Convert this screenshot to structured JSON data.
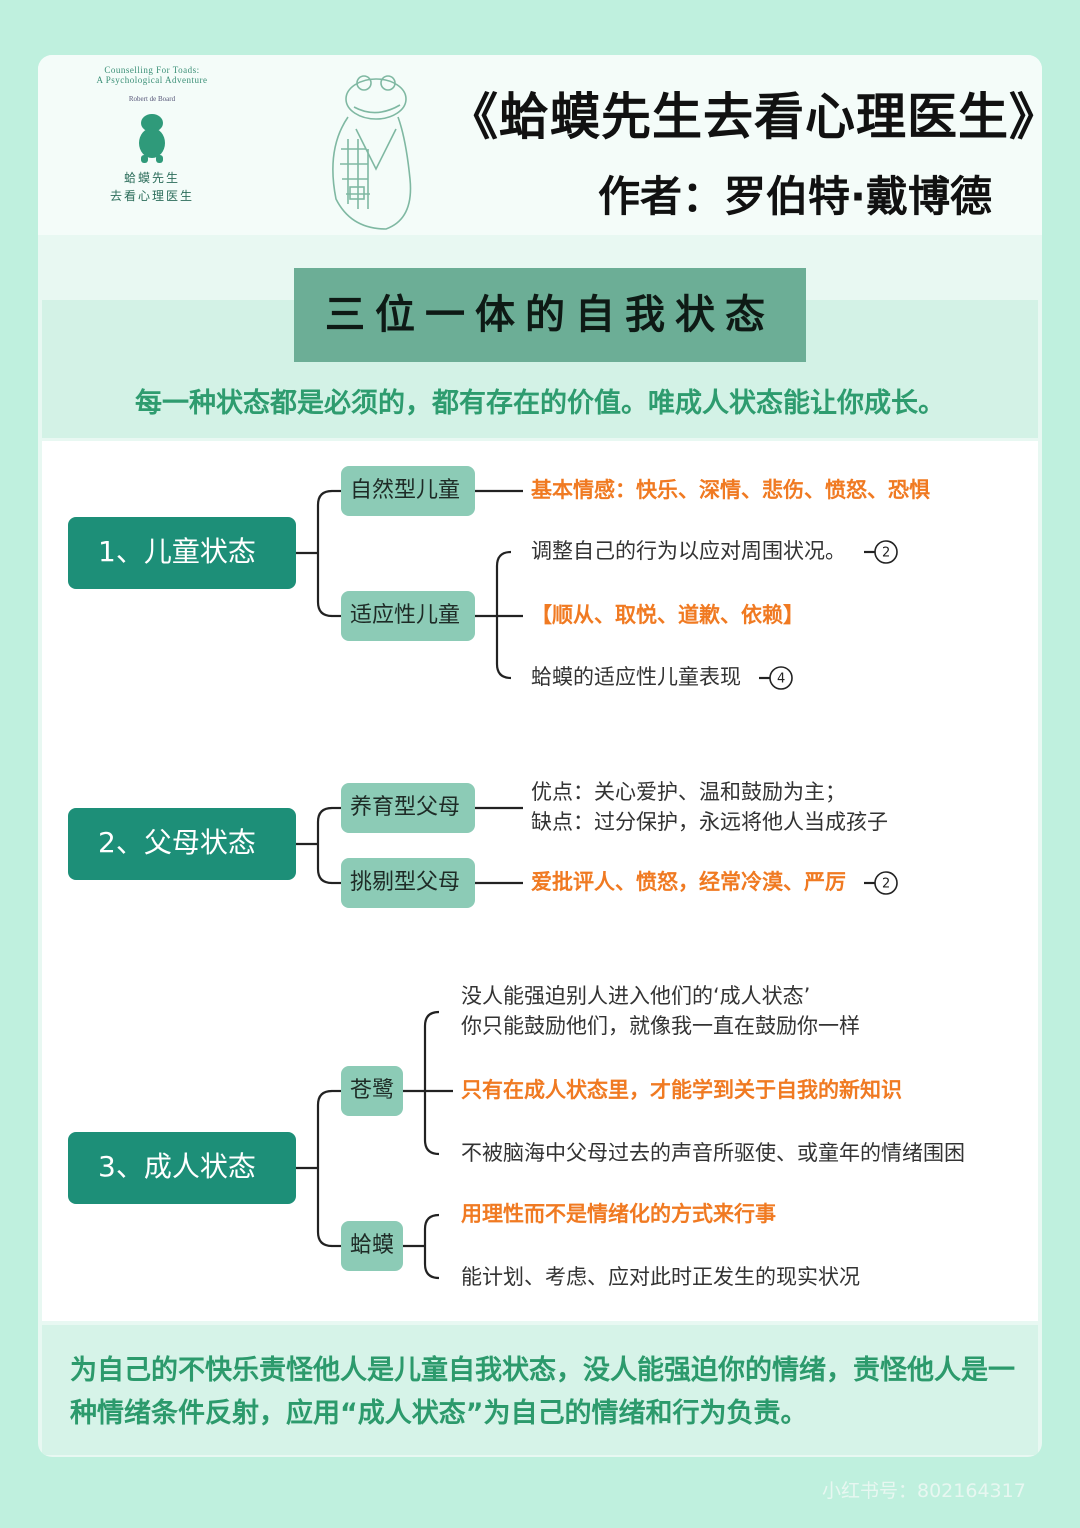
{
  "header": {
    "book_title": "《蛤蟆先生去看心理医生》",
    "author_line": "作者：罗伯特·戴博德",
    "cover": {
      "en_title_1": "Counselling For Toads:",
      "en_title_2": "A Psychological Adventure",
      "en_author": "Robert de Board",
      "cn_title_1": "蛤蟆先生",
      "cn_title_2": "去看心理医生"
    }
  },
  "banner": "三位一体的自我状态",
  "tagline": "每一种状态都是必须的，都有存在的价值。唯成人状态能让你成长。",
  "states": [
    {
      "label": "1、儿童状态",
      "children": [
        {
          "label": "自然型儿童",
          "items": [
            {
              "text": "基本情感：快乐、深情、悲伤、愤怒、恐惧",
              "highlight": true
            }
          ]
        },
        {
          "label": "适应性儿童",
          "items": [
            {
              "text": "调整自己的行为以应对周围状况。",
              "highlight": false,
              "badge": "2"
            },
            {
              "text": "【顺从、取悦、道歉、依赖】",
              "highlight": true
            },
            {
              "text": "蛤蟆的适应性儿童表现",
              "highlight": false,
              "badge": "4"
            }
          ]
        }
      ]
    },
    {
      "label": "2、父母状态",
      "children": [
        {
          "label": "养育型父母",
          "items": [
            {
              "text": "优点：关心爱护、温和鼓励为主；",
              "text2": "缺点：过分保护，永远将他人当成孩子",
              "highlight": false
            }
          ]
        },
        {
          "label": "挑剔型父母",
          "items": [
            {
              "text": "爱批评人、愤怒，经常冷漠、严厉",
              "highlight": true,
              "badge": "2"
            }
          ]
        }
      ]
    },
    {
      "label": "3、成人状态",
      "children": [
        {
          "label": "苍鹭",
          "items": [
            {
              "text": "没人能强迫别人进入他们的‘成人状态’",
              "text2": "你只能鼓励他们，就像我一直在鼓励你一样",
              "highlight": false
            },
            {
              "text": "只有在成人状态里，才能学到关于自我的新知识",
              "highlight": true
            },
            {
              "text": "不被脑海中父母过去的声音所驱使、或童年的情绪围困",
              "highlight": false
            }
          ]
        },
        {
          "label": "蛤蟆",
          "items": [
            {
              "text": "用理性而不是情绪化的方式来行事",
              "highlight": true
            },
            {
              "text": "能计划、考虑、应对此时正发生的现实状况",
              "highlight": false
            }
          ]
        }
      ]
    }
  ],
  "footer": "为自己的不快乐责怪他人是儿童自我状态，没人能强迫你的情绪，责怪他人是一种情绪条件反射，应用“成人状态”为自己的情绪和行为负责。",
  "watermark": "小红书号：802164317",
  "colors": {
    "root_box": "#1d8f78",
    "child_box": "#8ccbb6",
    "highlight_text": "#f07a22",
    "normal_text": "#333333",
    "tagline": "#2e9c6f",
    "line": "#222222"
  }
}
